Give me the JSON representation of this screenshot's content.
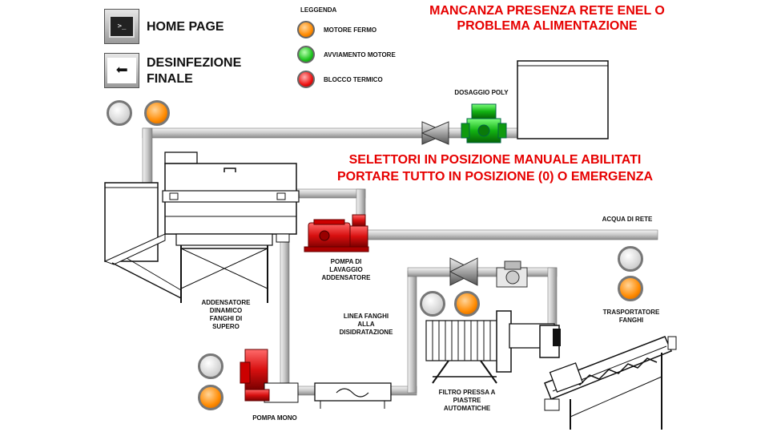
{
  "nav": {
    "home_label": "HOME PAGE",
    "back_label_line1": "DESINFEZIONE",
    "back_label_line2": "FINALE",
    "home_icon_text": ">_"
  },
  "legend": {
    "title": "LEGGENDA",
    "items": [
      {
        "label": "MOTORE FERMO",
        "color": "#ff8a00"
      },
      {
        "label": "AVVIAMENTO MOTORE",
        "color": "#1fc41f"
      },
      {
        "label": "BLOCCO TERMICO",
        "color": "#ee1111"
      }
    ]
  },
  "alarms": {
    "power_line1": "MANCANZA PRESENZA RETE ENEL O",
    "power_line2": "PROBLEMA ALIMENTAZIONE",
    "selector_line1": "SELETTORI IN POSIZIONE MANUALE ABILITATI",
    "selector_line2": "PORTARE TUTTO IN POSIZIONE (0) O EMERGENZA",
    "color": "#e60000"
  },
  "equipment": {
    "dosaggio_poly": "DOSAGGIO POLY",
    "acqua_di_rete": "ACQUA DI RETE",
    "pompa_lavaggio": [
      "POMPA DI",
      "LAVAGGIO",
      "ADDENSATORE"
    ],
    "addensatore": [
      "ADDENSATORE",
      "DINAMICO",
      "FANGHI DI",
      "SUPERO"
    ],
    "linea_fanghi": [
      "LINEA FANGHI",
      "ALLA",
      "DISIDRATAZIONE"
    ],
    "trasportatore": [
      "TRASPORTATORE",
      "FANGHI"
    ],
    "filtro_pressa": [
      "FILTRO PRESSA A",
      "PIASTRE",
      "AUTOMATICHE"
    ],
    "pompa_mono": "POMPA MONO"
  }
}
